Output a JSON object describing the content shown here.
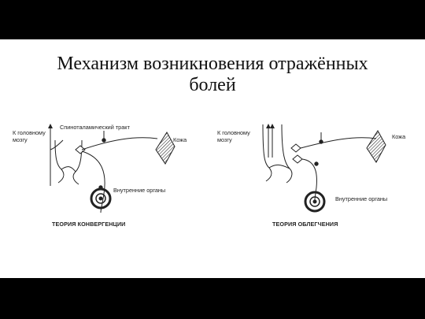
{
  "slide": {
    "title_line1": "Механизм возникновения отражённых",
    "title_line2": "болей"
  },
  "convergence": {
    "label_brain_line1": "К головному",
    "label_brain_line2": "мозгу",
    "label_tract": "Спиноталамический тракт",
    "label_skin": "Кожа",
    "label_organs": "Внутренние органы",
    "caption": "ТЕОРИЯ КОНВЕРГЕНЦИИ"
  },
  "facilitation": {
    "label_brain_line1": "К головному",
    "label_brain_line2": "мозгу",
    "label_skin": "Кожа",
    "label_organs": "Внутренние органы",
    "caption": "ТЕОРИЯ ОБЛЕГЧЕНИЯ"
  },
  "colors": {
    "background": "#000000",
    "slide": "#ffffff",
    "ink": "#222222"
  }
}
